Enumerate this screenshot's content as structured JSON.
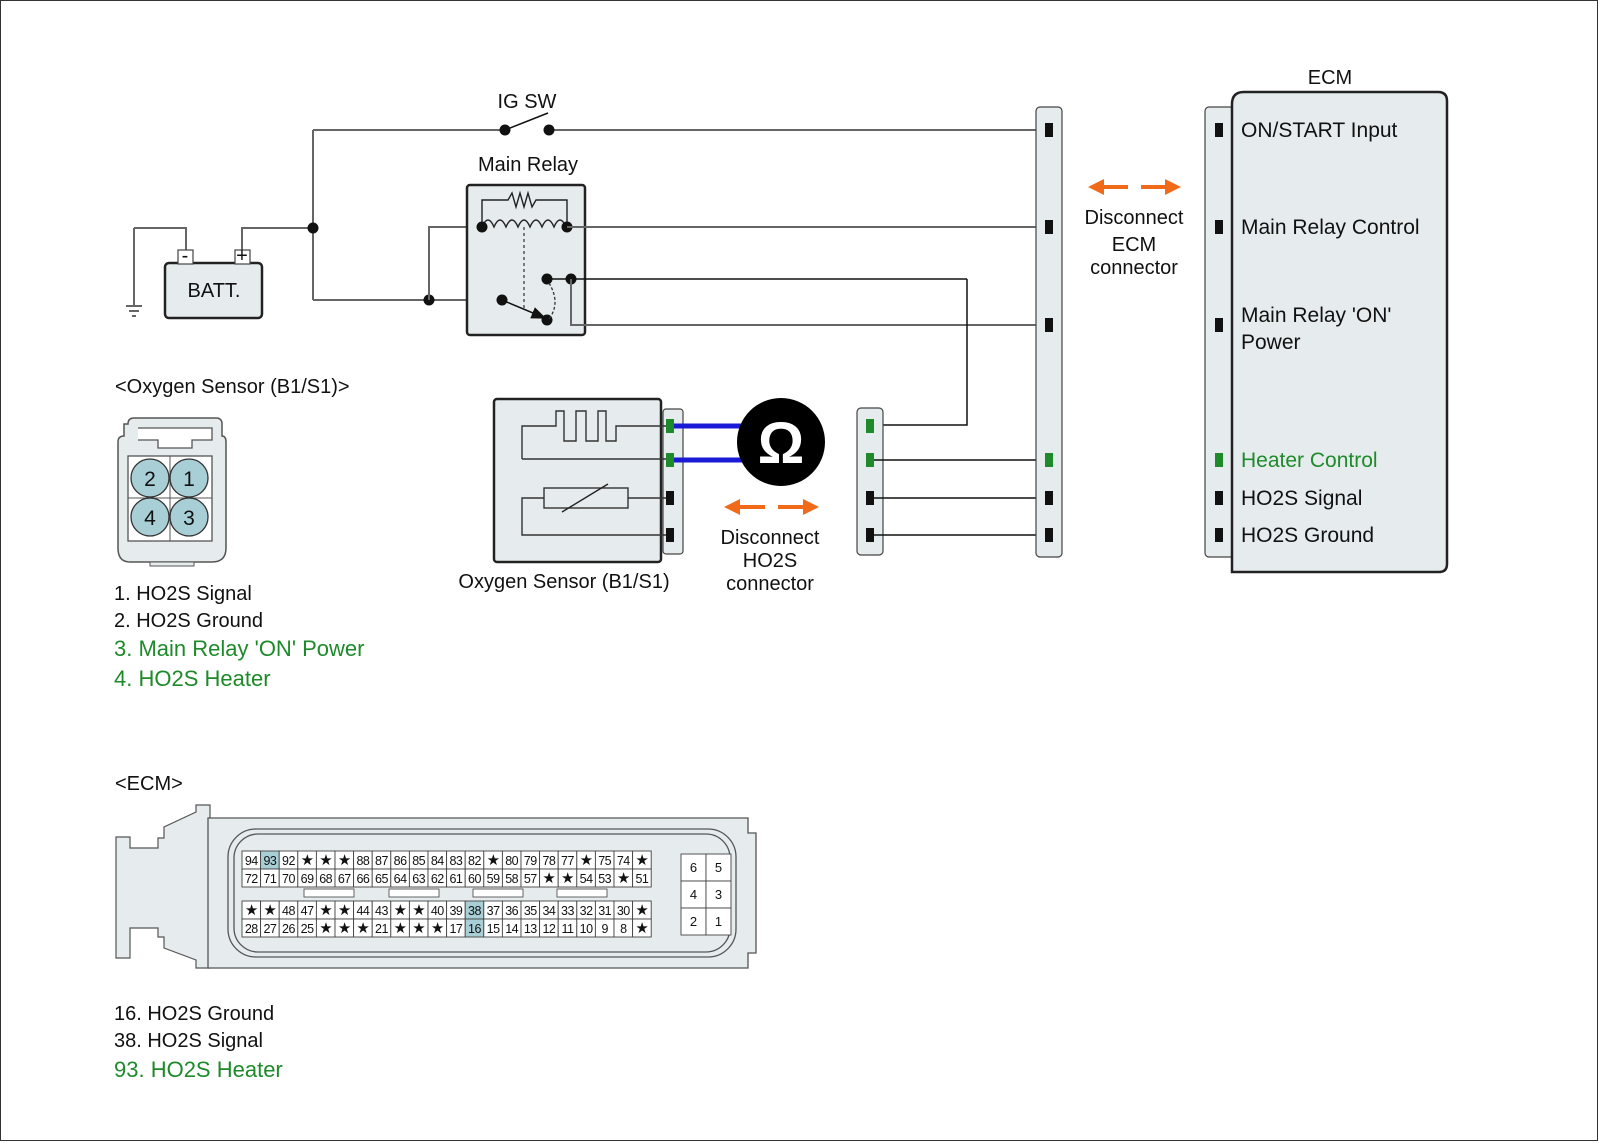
{
  "colors": {
    "accent_green": "#1e8a2a",
    "wire_gray": "#666666",
    "probe_blue": "#1a1ad6",
    "arrow_orange": "#f06a1a",
    "component_fill": "#e6eced",
    "pin_highlight": "#a9cfd6"
  },
  "circuit": {
    "ig_switch_label": "IG SW",
    "main_relay_label": "Main Relay",
    "battery": {
      "label": "BATT.",
      "neg": "-",
      "pos": "+"
    },
    "ecm_title": "ECM",
    "ecm_disconnect": [
      "Disconnect",
      "ECM",
      "connector"
    ],
    "ho2s_disconnect": [
      "Disconnect",
      "HO2S",
      "connector"
    ],
    "ohmmeter_symbol": "Ω",
    "sensor_caption": "Oxygen Sensor (B1/S1)",
    "ecm_terminals": [
      {
        "label_lines": [
          "ON/START Input"
        ],
        "highlight": false
      },
      {
        "label_lines": [
          "Main Relay Control"
        ],
        "highlight": false
      },
      {
        "label_lines": [
          "Main Relay 'ON'",
          "Power"
        ],
        "highlight": false
      },
      {
        "label_lines": [
          "Heater Control"
        ],
        "highlight": true
      },
      {
        "label_lines": [
          "HO2S  Signal"
        ],
        "highlight": false
      },
      {
        "label_lines": [
          "HO2S  Ground"
        ],
        "highlight": false
      }
    ]
  },
  "sensor_connector": {
    "title": "<Oxygen Sensor (B1/S1)>",
    "pins_top": [
      "2",
      "1"
    ],
    "pins_bottom": [
      "4",
      "3"
    ],
    "legend": [
      {
        "text": "1. HO2S Signal",
        "highlight": false
      },
      {
        "text": "2. HO2S Ground",
        "highlight": false
      },
      {
        "text": "3. Main Relay 'ON' Power",
        "highlight": true
      },
      {
        "text": "4. HO2S Heater",
        "highlight": true
      }
    ]
  },
  "ecm_connector": {
    "title": "<ECM>",
    "rows": [
      [
        "94",
        "93",
        "92",
        "*",
        "*",
        "*",
        "88",
        "87",
        "86",
        "85",
        "84",
        "83",
        "82",
        "*",
        "80",
        "79",
        "78",
        "77",
        "*",
        "75",
        "74",
        "*"
      ],
      [
        "72",
        "71",
        "70",
        "69",
        "68",
        "67",
        "66",
        "65",
        "64",
        "63",
        "62",
        "61",
        "60",
        "59",
        "58",
        "57",
        "*",
        "*",
        "54",
        "53",
        "*",
        "51"
      ],
      [
        "*",
        "*",
        "48",
        "47",
        "*",
        "*",
        "44",
        "43",
        "*",
        "*",
        "40",
        "39",
        "38",
        "37",
        "36",
        "35",
        "34",
        "33",
        "32",
        "31",
        "30",
        "*"
      ],
      [
        "28",
        "27",
        "26",
        "25",
        "*",
        "*",
        "*",
        "21",
        "*",
        "*",
        "*",
        "17",
        "16",
        "15",
        "14",
        "13",
        "12",
        "11",
        "10",
        "9",
        "8",
        "*"
      ]
    ],
    "highlighted_pins": [
      "93",
      "38",
      "16"
    ],
    "aux_block": [
      [
        "6",
        "5"
      ],
      [
        "4",
        "3"
      ],
      [
        "2",
        "1"
      ]
    ],
    "legend": [
      {
        "text": "16. HO2S Ground",
        "highlight": false
      },
      {
        "text": "38. HO2S Signal",
        "highlight": false
      },
      {
        "text": "93. HO2S Heater",
        "highlight": true
      }
    ]
  }
}
